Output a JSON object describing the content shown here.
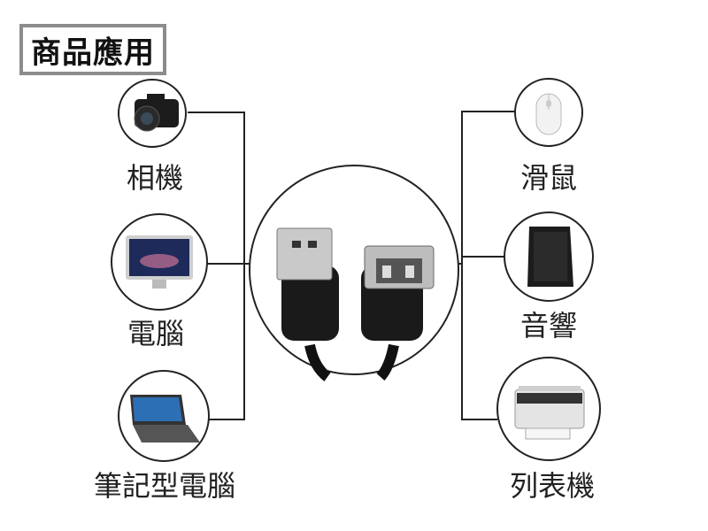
{
  "title": "商品應用",
  "left_devices": [
    {
      "label": "相機",
      "icon": "camera-icon"
    },
    {
      "label": "電腦",
      "icon": "desktop-computer-icon"
    },
    {
      "label": "筆記型電腦",
      "icon": "laptop-icon"
    }
  ],
  "right_devices": [
    {
      "label": "滑鼠",
      "icon": "mouse-icon"
    },
    {
      "label": "音響",
      "icon": "speaker-icon"
    },
    {
      "label": "列表機",
      "icon": "printer-icon"
    }
  ],
  "center": {
    "icon": "usb-extension-cable-icon"
  }
}
